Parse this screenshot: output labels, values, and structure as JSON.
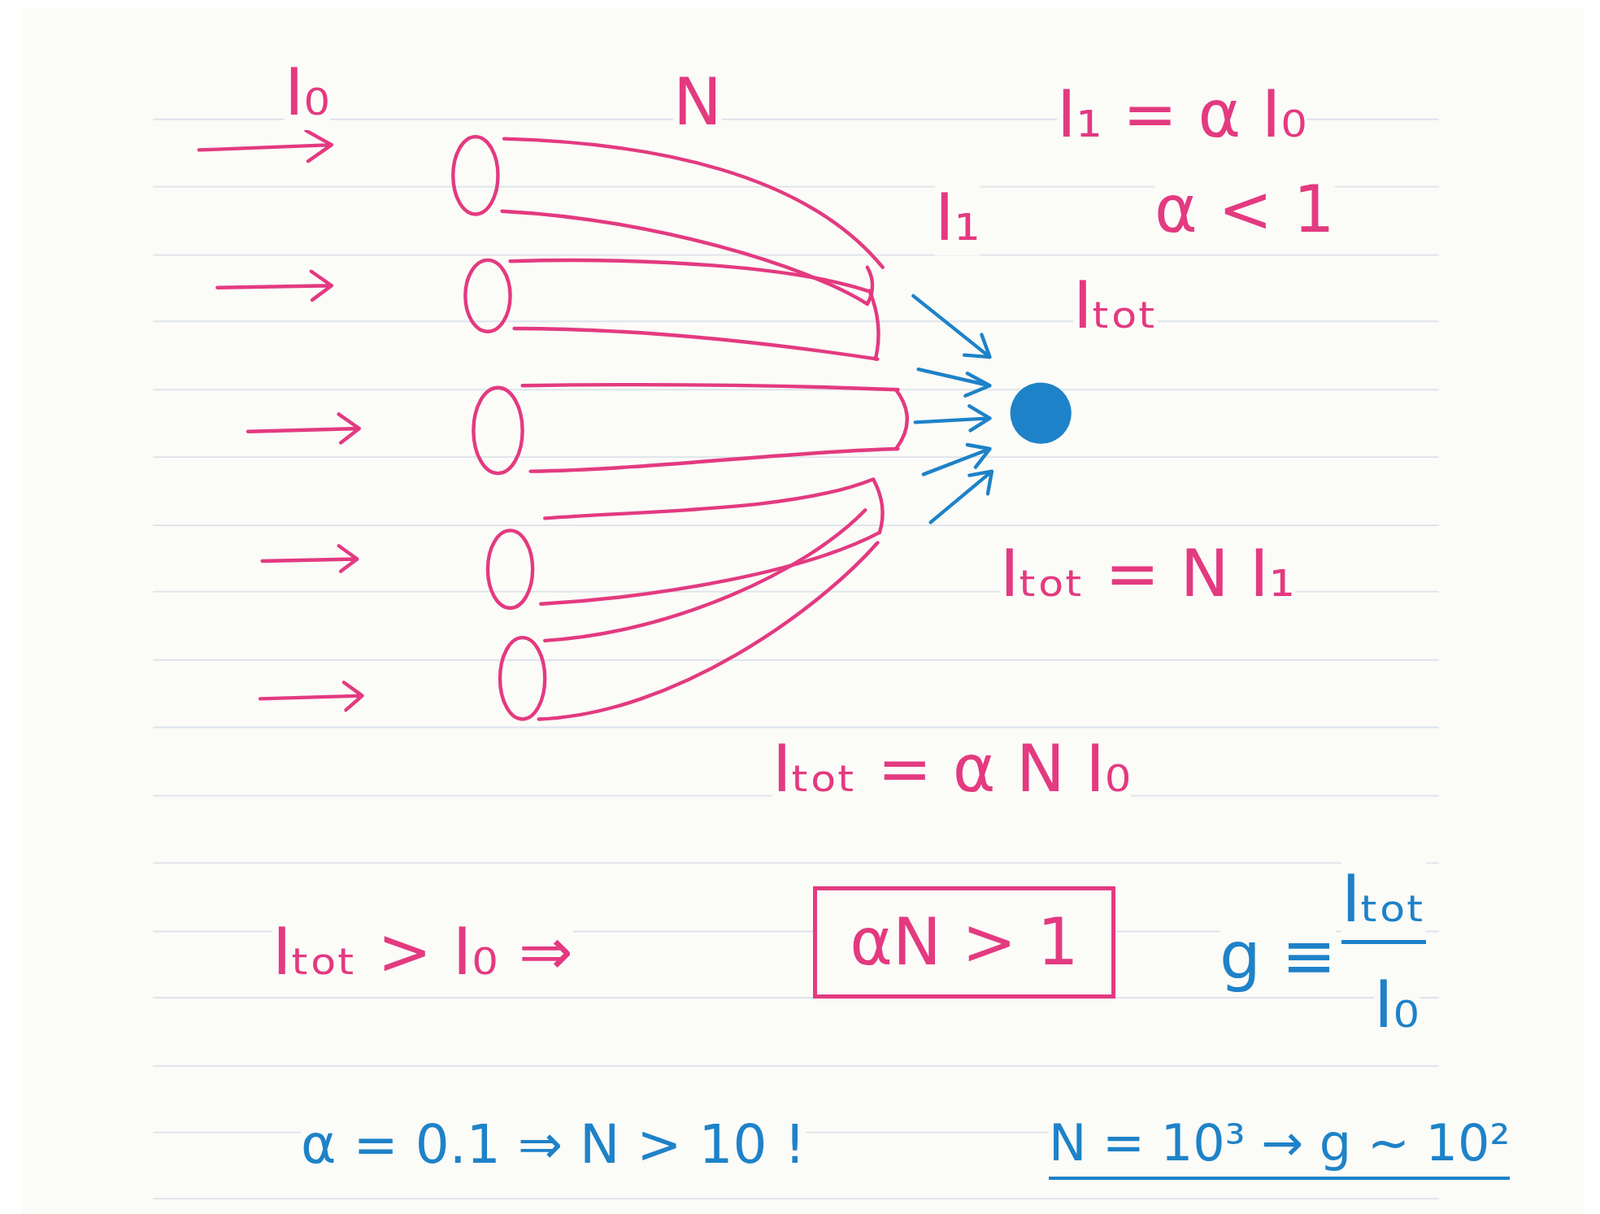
{
  "diagram": {
    "nodes": [
      {
        "text": [
          "αN > 1"
        ]
      }
    ],
    "edges": [],
    "labels": [
      "I₀",
      "N",
      "I₁ = α I₀",
      "α < 1",
      "I₁",
      "Iₜₒₜ",
      "Iₜₒₜ = N I₁",
      "Iₜₒₜ = α N I₀",
      "Iₜₒₜ > I₀ ⇒",
      "g ≡",
      "Iₜₒₜ",
      "I₀",
      "α = 0.1 ⇒ N > 10 !",
      "N = 10³ → g ~ 10²"
    ]
  }
}
